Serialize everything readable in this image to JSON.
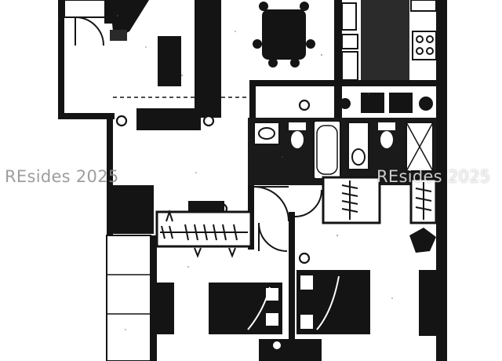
{
  "image": {
    "kind": "floor plan",
    "style": "black and white photocopy"
  },
  "watermarks": [
    {
      "id": "left",
      "text": "REsides 2025"
    },
    {
      "id": "right",
      "text": "REsides 2025"
    }
  ],
  "colors": {
    "ink": "#141414",
    "paper": "#ffffff",
    "grain": "#555555"
  },
  "icons": [
    "outlet-symbol",
    "toilet",
    "sink",
    "bathtub",
    "shower",
    "range-burners",
    "dining-table",
    "bed",
    "nightstand",
    "closet-rod",
    "door-swing"
  ]
}
